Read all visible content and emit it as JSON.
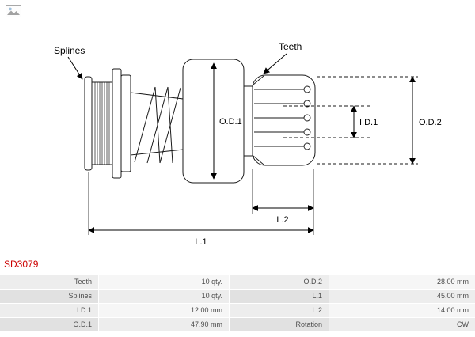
{
  "icons": {
    "logo": "broken-image-icon"
  },
  "part_number": "SD3079",
  "colors": {
    "part_number": "#CC0000"
  },
  "diagram": {
    "labels": {
      "splines": "Splines",
      "teeth": "Teeth",
      "od1": "O.D.1",
      "id1": "I.D.1",
      "od2": "O.D.2",
      "l1": "L.1",
      "l2": "L.2"
    }
  },
  "table": {
    "rows": [
      {
        "label_left": "Teeth",
        "value_left": "10 qty.",
        "label_right": "O.D.2",
        "value_right": "28.00 mm"
      },
      {
        "label_left": "Splines",
        "value_left": "10 qty.",
        "label_right": "L.1",
        "value_right": "45.00 mm"
      },
      {
        "label_left": "I.D.1",
        "value_left": "12.00 mm",
        "label_right": "L.2",
        "value_right": "14.00 mm"
      },
      {
        "label_left": "O.D.1",
        "value_left": "47.90 mm",
        "label_right": "Rotation",
        "value_right": "CW"
      }
    ]
  }
}
